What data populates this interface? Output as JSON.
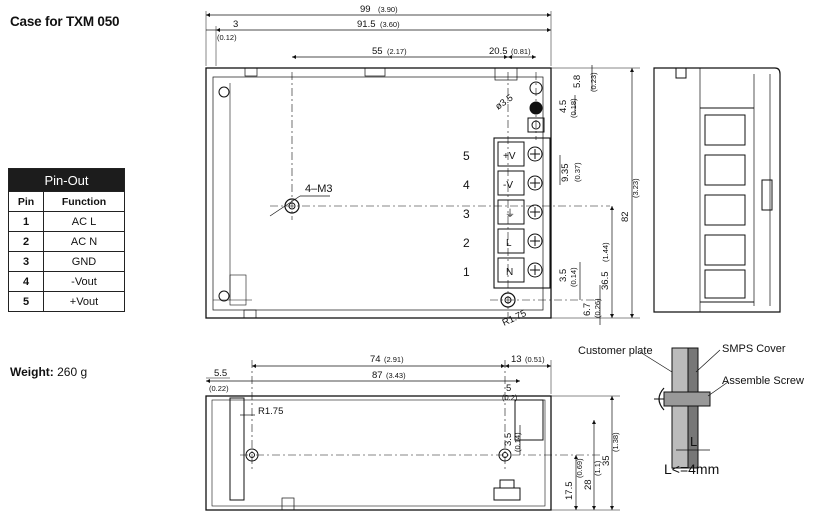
{
  "title": "Case for TXM 050",
  "pinout": {
    "header": "Pin-Out",
    "col_pin": "Pin",
    "col_function": "Function",
    "rows": [
      {
        "pin": "1",
        "function": "AC L"
      },
      {
        "pin": "2",
        "function": "AC N"
      },
      {
        "pin": "3",
        "function": "GND"
      },
      {
        "pin": "4",
        "function": "-Vout"
      },
      {
        "pin": "5",
        "function": "+Vout"
      }
    ]
  },
  "weight": {
    "label": "Weight:",
    "value": "260 g"
  },
  "top_view": {
    "dim_99": "99",
    "dim_99_in": "(3.90)",
    "dim_3": "3",
    "dim_3_in": "(0.12)",
    "dim_915": "91.5",
    "dim_915_in": "(3.60)",
    "dim_55": "55",
    "dim_55_in": "(2.17)",
    "dim_205": "20.5",
    "dim_205_in": "(0.81)",
    "dim_58": "5.8",
    "dim_58_in": "(0.23)",
    "dim_45": "4.5",
    "dim_45_in": "(0.18)",
    "dim_935": "9.35",
    "dim_935_in": "(0.37)",
    "dim_82": "82",
    "dim_82_in": "(3.23)",
    "dim_365": "36.5",
    "dim_365_in": "(1.44)",
    "dim_35": "3.5",
    "dim_35_in": "(0.14)",
    "dim_67": "6.7",
    "dim_67_in": "(0.26)",
    "hole": "ø3.5",
    "m3": "4–M3",
    "r": "R1.75",
    "terminal_numbers": [
      "5",
      "4",
      "3",
      "2",
      "1"
    ],
    "terminal_labels": [
      "+V",
      "-V",
      "⏚",
      "L",
      "N"
    ]
  },
  "bottom_view": {
    "dim_74": "74",
    "dim_74_in": "(2.91)",
    "dim_13": "13",
    "dim_13_in": "(0.51)",
    "dim_55": "5.5",
    "dim_55_in": "(0.22)",
    "dim_87": "87",
    "dim_87_in": "(3.43)",
    "dim_5": "5",
    "dim_5_in": "(0.2)",
    "r": "R1.75",
    "dim_35s": "3.5",
    "dim_35s_in": "(0.14)",
    "dim_175": "17.5",
    "dim_175_in": "(0.69)",
    "dim_28": "28",
    "dim_28_in": "(1.1)",
    "dim_35": "35",
    "dim_35_in": "(1.38)"
  },
  "mount_detail": {
    "customer_plate": "Customer plate",
    "smps_cover": "SMPS Cover",
    "assemble_screw": "Assemble Screw",
    "l": "L",
    "constraint": "L<=4mm"
  }
}
